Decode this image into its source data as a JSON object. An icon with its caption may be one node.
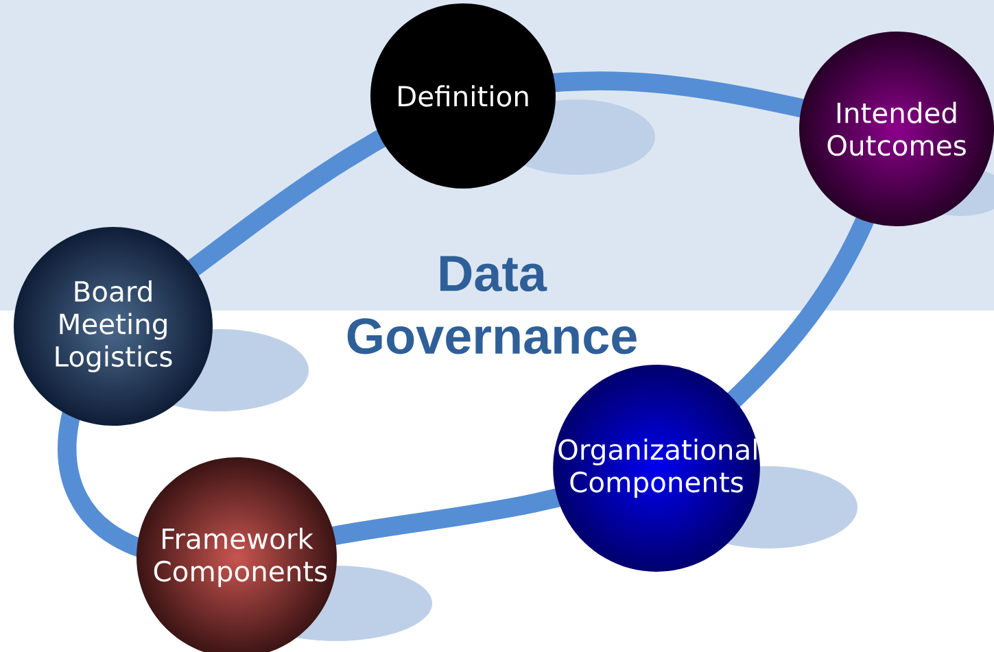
{
  "diagram": {
    "title": "Data Governance",
    "nodes": [
      {
        "text": [
          "Definition"
        ]
      },
      {
        "text": [
          "Intended Outcomes"
        ]
      },
      {
        "text": [
          "Organizational Components"
        ]
      },
      {
        "text": [
          "Framework Components"
        ]
      },
      {
        "text": [
          "Board Meeting Logistics"
        ]
      }
    ],
    "edges": [
      {
        "from": 0,
        "to": 1,
        "arrow": "none"
      },
      {
        "from": 1,
        "to": 2,
        "arrow": "none"
      },
      {
        "from": 2,
        "to": 3,
        "arrow": "none"
      },
      {
        "from": 3,
        "to": 4,
        "arrow": "none"
      },
      {
        "from": 4,
        "to": 0,
        "arrow": "none"
      }
    ]
  }
}
